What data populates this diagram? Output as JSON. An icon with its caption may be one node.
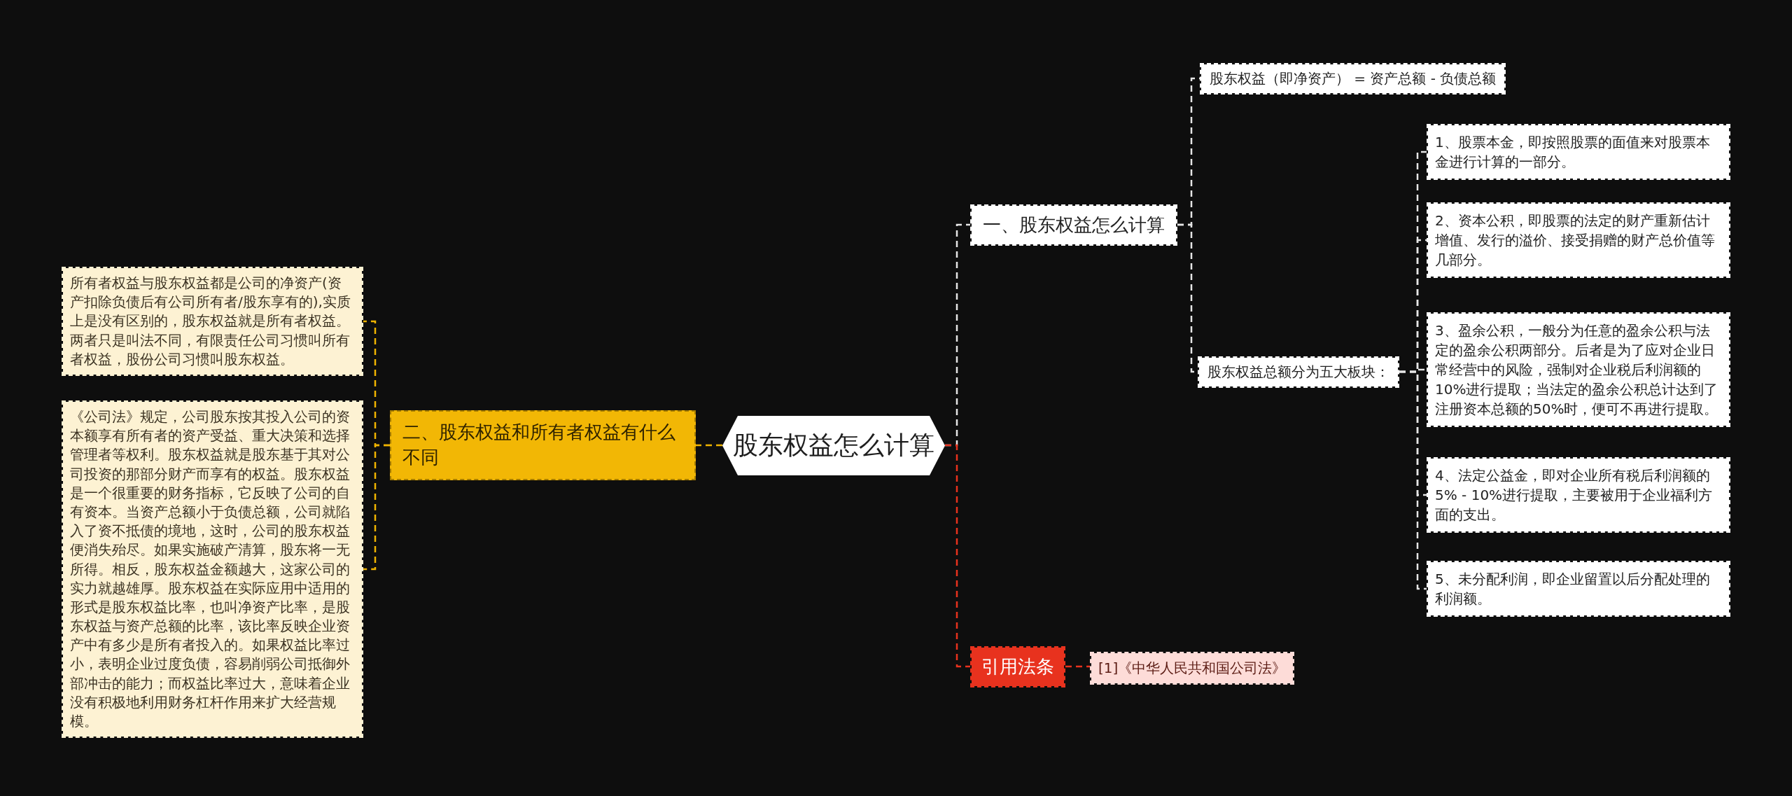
{
  "diagram": {
    "nodes": [
      {
        "text": [
          "股东权益怎么计算"
        ]
      },
      {
        "text": [
          "二、股东权益和所有者权益有什么不同"
        ]
      },
      {
        "text": [
          "所有者权益与股东权益都是公司的净资产(资产扣除负债后有公司所有者/股东享有的),实质上是没有区别的，股东权益就是所有者权益。两者只是叫法不同，有限责任公司习惯叫所有者权益，股份公司习惯叫股东权益。"
        ]
      },
      {
        "text": [
          "《公司法》规定，公司股东按其投入公司的资本额享有所有者的资产受益、重大决策和选择管理者等权利。股东权益就是股东基于其对公司投资的那部分财产而享有的权益。股东权益是一个很重要的财务指标，它反映了公司的自有资本。当资产总额小于负债总额，公司就陷入了资不抵债的境地，这时，公司的股东权益便消失殆尽。如果实施破产清算，股东将一无所得。相反，股东权益金额越大，这家公司的实力就越雄厚。股东权益在实际应用中适用的形式是股东权益比率，也叫净资产比率，是股东权益与资产总额的比率，该比率反映企业资产中有多少是所有者投入的。如果权益比率过小，表明企业过度负债，容易削弱公司抵御外部冲击的能力；而权益比率过大，意味着企业没有积极地利用财务杠杆作用来扩大经营规模。"
        ]
      },
      {
        "text": [
          "一、股东权益怎么计算"
        ]
      },
      {
        "text": [
          "股东权益（即净资产） = 资产总额 - 负债总额"
        ]
      },
      {
        "text": [
          "股东权益总额分为五大板块："
        ]
      },
      {
        "text": [
          "1、股票本金，即按照股票的面值来对股票本金进行计算的一部分。"
        ]
      },
      {
        "text": [
          "2、资本公积，即股票的法定的财产重新估计增值、发行的溢价、接受捐赠的财产总价值等几部分。"
        ]
      },
      {
        "text": [
          "3、盈余公积，一般分为任意的盈余公积与法定的盈余公积两部分。后者是为了应对企业日常经营中的风险，强制对企业税后利润额的10%进行提取；当法定的盈余公积总计达到了注册资本总额的50%时，便可不再进行提取。"
        ]
      },
      {
        "text": [
          "4、法定公益金，即对企业所有税后利润额的5% - 10%进行提取，主要被用于企业福利方面的支出。"
        ]
      },
      {
        "text": [
          "5、未分配利润，即企业留置以后分配处理的利润额。"
        ]
      },
      {
        "text": [
          "引用法条"
        ]
      },
      {
        "text": [
          "[1]《中华人民共和国公司法》"
        ]
      }
    ],
    "edges": [
      {
        "from": 0,
        "to": 1,
        "arrow": "none",
        "style": "dashed",
        "color": "#f0b400"
      },
      {
        "from": 1,
        "to": 2,
        "arrow": "none",
        "style": "dashed",
        "color": "#f0b400"
      },
      {
        "from": 1,
        "to": 3,
        "arrow": "none",
        "style": "dashed",
        "color": "#f0b400"
      },
      {
        "from": 0,
        "to": 4,
        "arrow": "none",
        "style": "dashed"
      },
      {
        "from": 4,
        "to": 5,
        "arrow": "none",
        "style": "dashed"
      },
      {
        "from": 4,
        "to": 6,
        "arrow": "none",
        "style": "dashed"
      },
      {
        "from": 6,
        "to": 7,
        "arrow": "none",
        "style": "dashed"
      },
      {
        "from": 6,
        "to": 8,
        "arrow": "none",
        "style": "dashed"
      },
      {
        "from": 6,
        "to": 9,
        "arrow": "none",
        "style": "dashed"
      },
      {
        "from": 6,
        "to": 10,
        "arrow": "none",
        "style": "dashed"
      },
      {
        "from": 6,
        "to": 11,
        "arrow": "none",
        "style": "dashed"
      },
      {
        "from": 0,
        "to": 12,
        "arrow": "none",
        "style": "dashed",
        "color": "#e8321e"
      },
      {
        "from": 12,
        "to": 13,
        "arrow": "none",
        "style": "dashed",
        "color": "#e8321e"
      }
    ]
  }
}
